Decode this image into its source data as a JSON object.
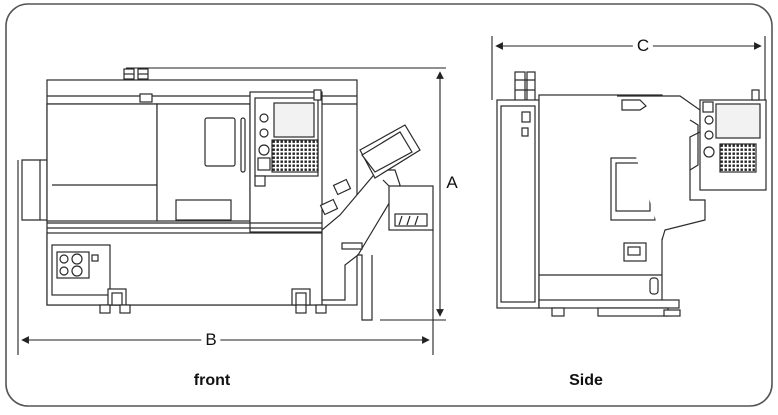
{
  "views": {
    "front_caption": "front",
    "side_caption": "Side"
  },
  "dimensions": {
    "height_label": "A",
    "width_label": "B",
    "depth_label": "C"
  },
  "colors": {
    "stroke": "#2a2a2a",
    "frame": "#555555",
    "panel": "#f2f2f2"
  }
}
